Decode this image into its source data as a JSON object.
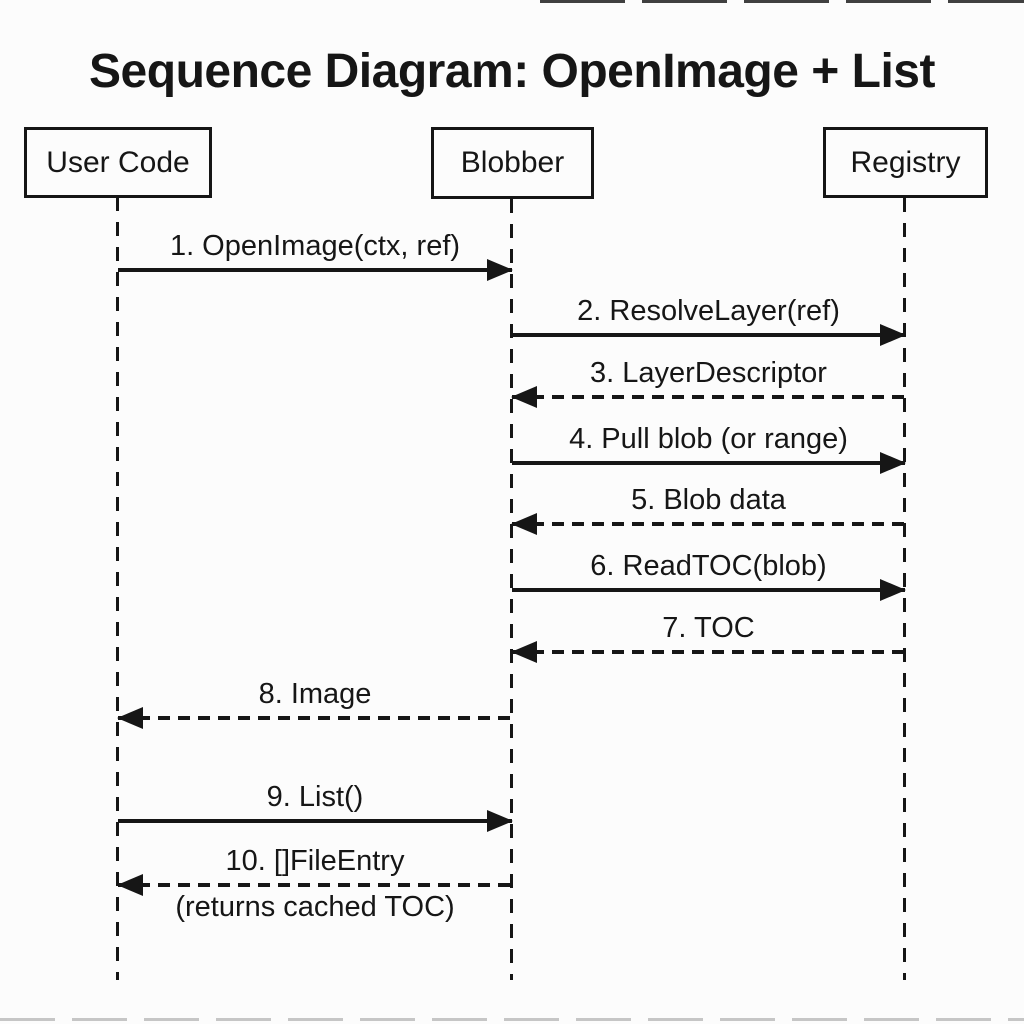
{
  "title": "Sequence Diagram: OpenImage + List",
  "actors": [
    {
      "name": "User Code"
    },
    {
      "name": "Blobber"
    },
    {
      "name": "Registry"
    }
  ],
  "messages": [
    {
      "num": 1,
      "label": "1. OpenImage(ctx, ref)",
      "from": "User Code",
      "to": "Blobber",
      "line": "solid"
    },
    {
      "num": 2,
      "label": "2. ResolveLayer(ref)",
      "from": "Blobber",
      "to": "Registry",
      "line": "solid"
    },
    {
      "num": 3,
      "label": "3. LayerDescriptor",
      "from": "Registry",
      "to": "Blobber",
      "line": "dashed"
    },
    {
      "num": 4,
      "label": "4. Pull blob (or range)",
      "from": "Blobber",
      "to": "Registry",
      "line": "solid"
    },
    {
      "num": 5,
      "label": "5. Blob data",
      "from": "Registry",
      "to": "Blobber",
      "line": "dashed"
    },
    {
      "num": 6,
      "label": "6. ReadTOC(blob)",
      "from": "Blobber",
      "to": "Registry",
      "line": "solid"
    },
    {
      "num": 7,
      "label": "7. TOC",
      "from": "Registry",
      "to": "Blobber",
      "line": "dashed"
    },
    {
      "num": 8,
      "label": "8. Image",
      "from": "Blobber",
      "to": "User Code",
      "line": "dashed"
    },
    {
      "num": 9,
      "label": "9. List()",
      "from": "User Code",
      "to": "Blobber",
      "line": "solid"
    },
    {
      "num": 10,
      "label": "10. []FileEntry",
      "note": "(returns cached TOC)",
      "from": "Blobber",
      "to": "User Code",
      "line": "dashed"
    }
  ],
  "colors": {
    "ink": "#161616",
    "background": "#fcfcfc",
    "edge_artifact": "#c6c6c6"
  }
}
